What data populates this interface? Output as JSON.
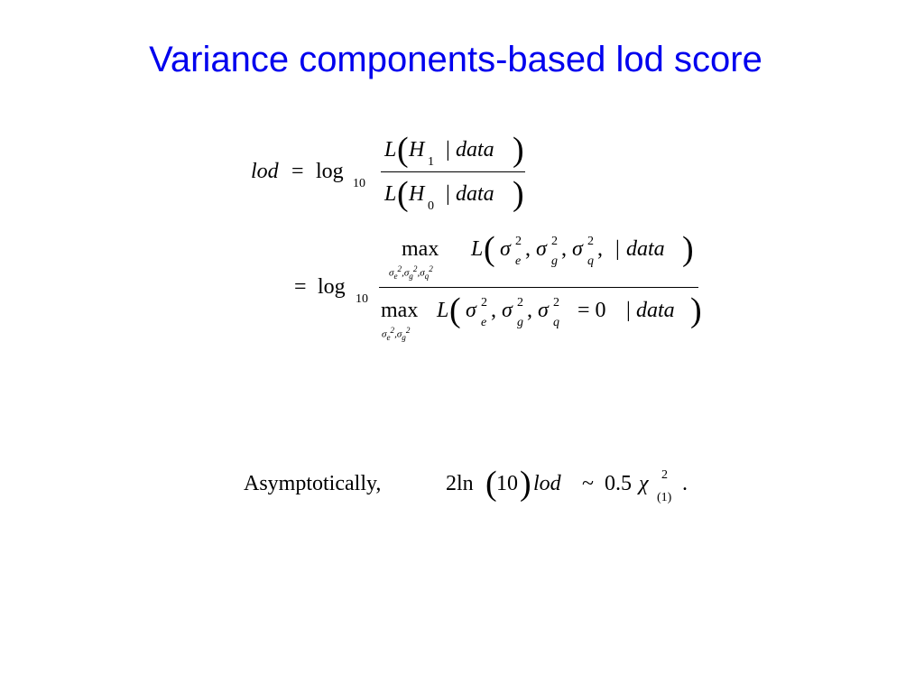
{
  "slide": {
    "title": "Variance components-based lod score",
    "title_color": "#0000ee"
  },
  "eq1": {
    "lhs": "lod",
    "equals": "=",
    "log": "log",
    "base": "10",
    "num": {
      "L": "L",
      "H": "H",
      "H_sub": "1",
      "bar": "|",
      "data": "data"
    },
    "den": {
      "L": "L",
      "H": "H",
      "H_sub": "0",
      "bar": "|",
      "data": "data"
    }
  },
  "eq2": {
    "equals": "=",
    "log": "log",
    "base": "10",
    "num": {
      "max": "max",
      "max_sub": "σe2,σg2,σq2",
      "L": "L",
      "sig": "σ",
      "sq": "2",
      "e": "e",
      "g": "g",
      "q": "q",
      "comma": ",",
      "bar": "|",
      "data": "data"
    },
    "den": {
      "max": "max",
      "max_sub": "σe2,σg2",
      "L": "L",
      "sig": "σ",
      "sq": "2",
      "e": "e",
      "g": "g",
      "q": "q",
      "comma": ",",
      "eq_zero": "= 0",
      "bar": "|",
      "data": "data"
    }
  },
  "asym": {
    "label": "Asymptotically,",
    "two_ln": "2ln",
    "ten": "10",
    "lod": "lod",
    "tilde": "~",
    "coef": "0.5",
    "chi": "χ",
    "chi_sup": "2",
    "chi_sub": "(1)",
    "period": "."
  }
}
